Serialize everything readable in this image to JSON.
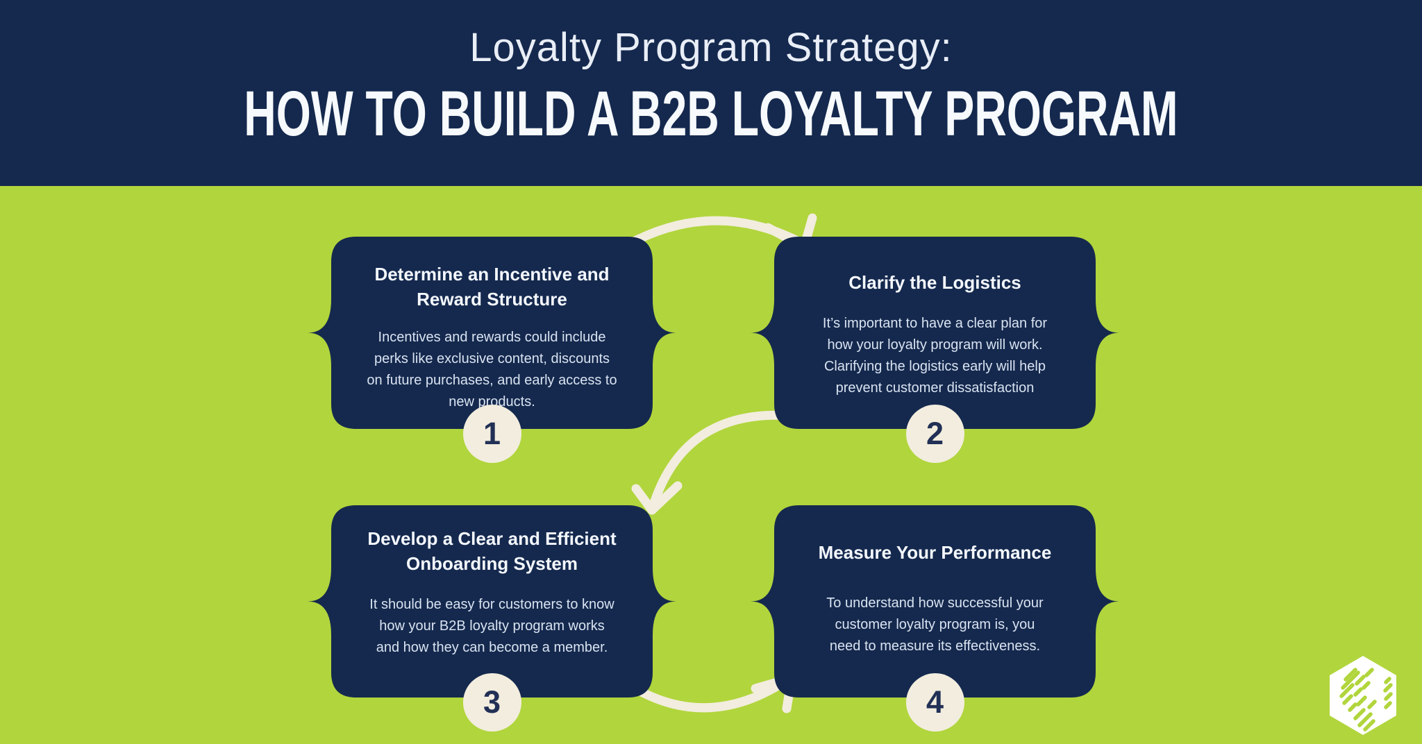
{
  "header": {
    "subtitle": "Loyalty Program Strategy:",
    "title": "HOW TO BUILD A B2B LOYALTY PROGRAM"
  },
  "steps": [
    {
      "number": "1",
      "title": "Determine an Incentive and\nReward Structure",
      "description": "Incentives and rewards could include\nperks like exclusive content, discounts\non future purchases, and early access to\nnew products."
    },
    {
      "number": "2",
      "title": "Clarify the Logistics",
      "description": "It’s important to have a clear plan for\nhow your loyalty program will work.\nClarifying the logistics early will help\nprevent customer dissatisfaction"
    },
    {
      "number": "3",
      "title": "Develop a Clear and Efficient\nOnboarding System",
      "description": "It should be easy for customers to know\nhow your B2B loyalty program works\nand how they can become a member."
    },
    {
      "number": "4",
      "title": "Measure Your Performance",
      "description": "To understand how successful your\ncustomer loyalty program is, you\nneed to measure its effectiveness."
    }
  ],
  "icons": {
    "connector_1": "curved-arrow-right-icon",
    "connector_2": "curved-arrow-down-left-icon",
    "connector_3": "curved-arrow-up-right-icon",
    "logo": "hexagon-hatched-logo-icon"
  },
  "colors": {
    "header_background": "#15294e",
    "page_background": "#b1d53c",
    "card_background": "#15294e",
    "badge_background": "#f2edde",
    "badge_number": "#223056",
    "arrow": "#f2edde",
    "heading_text": "#f7fafd",
    "body_text": "#d9e3f1"
  }
}
